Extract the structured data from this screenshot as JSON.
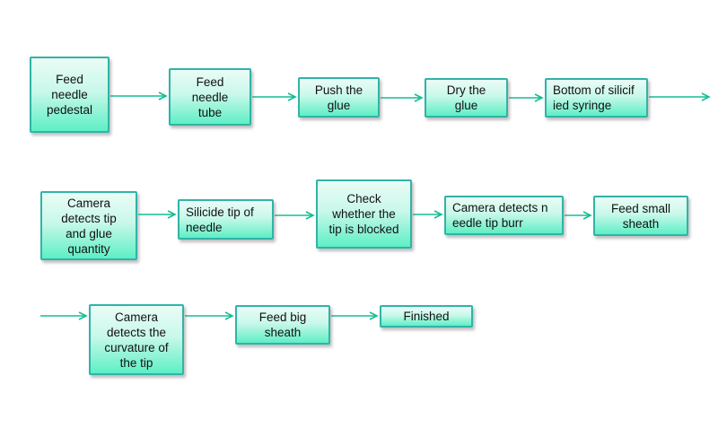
{
  "diagram": {
    "type": "flowchart",
    "background": "#ffffff",
    "nodes": [
      {
        "id": "feed-needle-pedestal",
        "label": "Feed\nneedle\npedestal"
      },
      {
        "id": "feed-needle-tube",
        "label": "Feed\nneedle\ntube"
      },
      {
        "id": "push-the-glue",
        "label": "Push the\nglue"
      },
      {
        "id": "dry-the-glue",
        "label": "Dry the\nglue"
      },
      {
        "id": "bottom-of-silicified-syringe",
        "label": "Bottom of silicif\nied syringe"
      },
      {
        "id": "camera-detects-tip-and-glue-quantity",
        "label": "Camera\ndetects tip\nand glue\nquantity"
      },
      {
        "id": "silicide-tip-of-needle",
        "label": "Silicide tip of\nneedle"
      },
      {
        "id": "check-whether-tip-is-blocked",
        "label": "Check\nwhether the\ntip is blocked"
      },
      {
        "id": "camera-detects-needle-tip-burr",
        "label": "Camera detects n\needle tip burr"
      },
      {
        "id": "feed-small-sheath",
        "label": "Feed small\nsheath"
      },
      {
        "id": "camera-detects-curvature-of-tip",
        "label": "Camera\ndetects the\ncurvature of\nthe tip"
      },
      {
        "id": "feed-big-sheath",
        "label": "Feed big\nsheath"
      },
      {
        "id": "finished",
        "label": "Finished"
      }
    ],
    "edges": [
      {
        "from": "feed-needle-pedestal",
        "to": "feed-needle-tube"
      },
      {
        "from": "feed-needle-tube",
        "to": "push-the-glue"
      },
      {
        "from": "push-the-glue",
        "to": "dry-the-glue"
      },
      {
        "from": "dry-the-glue",
        "to": "bottom-of-silicified-syringe"
      },
      {
        "from": "bottom-of-silicified-syringe",
        "to": "off-right-edge"
      },
      {
        "from": "camera-detects-tip-and-glue-quantity",
        "to": "silicide-tip-of-needle"
      },
      {
        "from": "silicide-tip-of-needle",
        "to": "check-whether-tip-is-blocked"
      },
      {
        "from": "check-whether-tip-is-blocked",
        "to": "camera-detects-needle-tip-burr"
      },
      {
        "from": "camera-detects-needle-tip-burr",
        "to": "feed-small-sheath"
      },
      {
        "from": "off-left-edge",
        "to": "camera-detects-curvature-of-tip"
      },
      {
        "from": "camera-detects-curvature-of-tip",
        "to": "feed-big-sheath"
      },
      {
        "from": "feed-big-sheath",
        "to": "finished"
      }
    ],
    "colors": {
      "box_border": "#30b4a7",
      "box_fill_top": "#eafcf6",
      "box_fill_bottom": "#5eefc5",
      "arrow": "#14bd95",
      "text": "#111111"
    }
  }
}
